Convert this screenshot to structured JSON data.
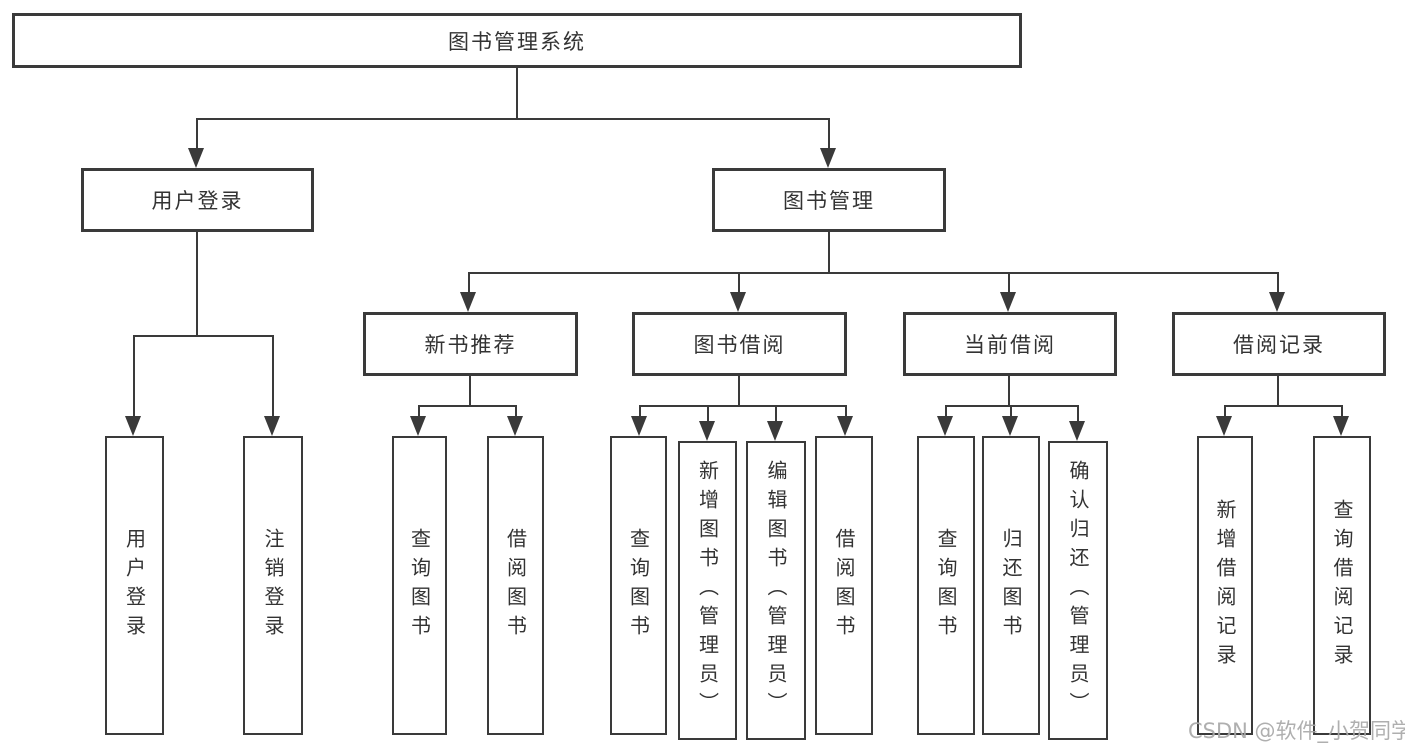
{
  "diagram": {
    "title": "图书管理系统",
    "watermark": "CSDN @软件_小贺同学",
    "colors": {
      "background": "#ffffff",
      "line": "#3a3a3a",
      "box_border": "#3a3a3a",
      "text": "#333333",
      "watermark_text": "#a8a8a8"
    },
    "root": {
      "label": "图书管理系统"
    },
    "branches": [
      {
        "label": "用户登录",
        "leaves": [
          {
            "label": "用户登录"
          },
          {
            "label": "注销登录"
          }
        ]
      },
      {
        "label": "图书管理",
        "groups": [
          {
            "label": "新书推荐",
            "leaves": [
              {
                "label": "查询图书"
              },
              {
                "label": "借阅图书"
              }
            ]
          },
          {
            "label": "图书借阅",
            "leaves": [
              {
                "label": "查询图书"
              },
              {
                "label": "新增图书（管理员）"
              },
              {
                "label": "编辑图书（管理员）"
              },
              {
                "label": "借阅图书"
              }
            ]
          },
          {
            "label": "当前借阅",
            "leaves": [
              {
                "label": "查询图书"
              },
              {
                "label": "归还图书"
              },
              {
                "label": "确认归还（管理员）"
              }
            ]
          },
          {
            "label": "借阅记录",
            "leaves": [
              {
                "label": "新增借阅记录"
              },
              {
                "label": "查询借阅记录"
              }
            ]
          }
        ]
      }
    ]
  }
}
